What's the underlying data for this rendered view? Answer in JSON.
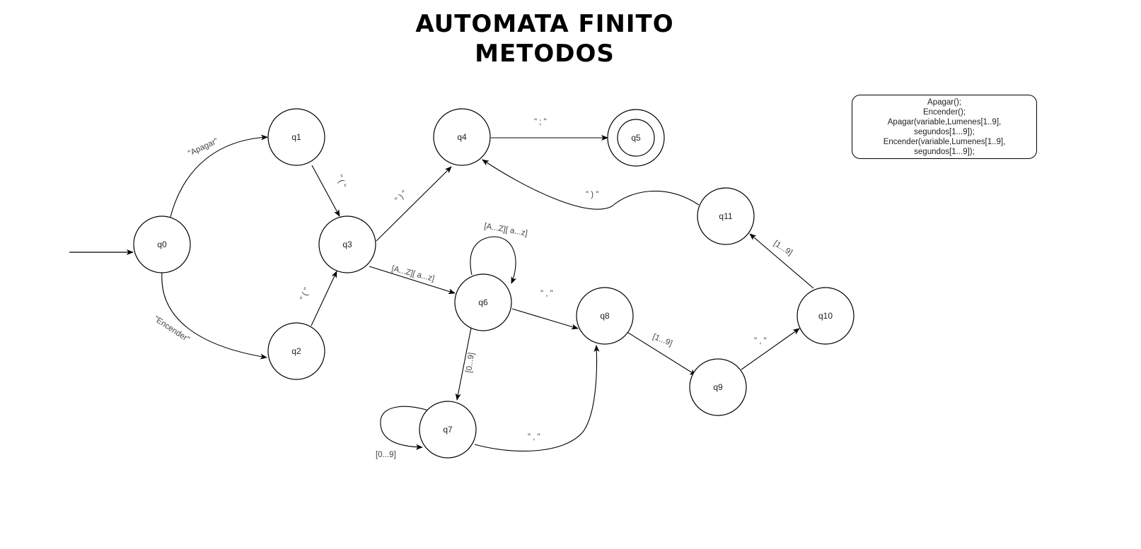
{
  "title": {
    "line1": "AUTOMATA FINITO",
    "line2": "METODOS"
  },
  "legend": {
    "lines": [
      "Apagar();",
      "Encender();",
      "Apagar(variable,Lumenes[1..9],",
      "segundos[1...9]);",
      "Encender(variable,Lumenes[1..9],",
      "segundos[1...9]);"
    ]
  },
  "diagram": {
    "initial_state": "q0",
    "accepting_states": [
      "q5"
    ],
    "states": [
      {
        "id": "q0",
        "label": "q0"
      },
      {
        "id": "q1",
        "label": "q1"
      },
      {
        "id": "q2",
        "label": "q2"
      },
      {
        "id": "q3",
        "label": "q3"
      },
      {
        "id": "q4",
        "label": "q4"
      },
      {
        "id": "q5",
        "label": "q5"
      },
      {
        "id": "q6",
        "label": "q6"
      },
      {
        "id": "q7",
        "label": "q7"
      },
      {
        "id": "q8",
        "label": "q8"
      },
      {
        "id": "q9",
        "label": "q9"
      },
      {
        "id": "q10",
        "label": "q10"
      },
      {
        "id": "q11",
        "label": "q11"
      }
    ],
    "transitions": [
      {
        "from": "q0",
        "to": "q1",
        "label": "\"Apagar\""
      },
      {
        "from": "q0",
        "to": "q2",
        "label": "\"Encender\""
      },
      {
        "from": "q1",
        "to": "q3",
        "label": "\" ( \""
      },
      {
        "from": "q2",
        "to": "q3",
        "label": "\" ( \""
      },
      {
        "from": "q3",
        "to": "q4",
        "label": "\" ) \""
      },
      {
        "from": "q4",
        "to": "q5",
        "label": "\" ; \""
      },
      {
        "from": "q3",
        "to": "q6",
        "label": "[A...Z][ a...z]"
      },
      {
        "from": "q6",
        "to": "q6",
        "label": "[A...Z][ a...z]"
      },
      {
        "from": "q6",
        "to": "q8",
        "label": "\" , \""
      },
      {
        "from": "q6",
        "to": "q7",
        "label": "[0...9]"
      },
      {
        "from": "q7",
        "to": "q7",
        "label": "[0...9]"
      },
      {
        "from": "q7",
        "to": "q8",
        "label": "\" , \""
      },
      {
        "from": "q8",
        "to": "q9",
        "label": "[1...9]"
      },
      {
        "from": "q9",
        "to": "q10",
        "label": "\" , \""
      },
      {
        "from": "q10",
        "to": "q11",
        "label": "[1...9]"
      },
      {
        "from": "q11",
        "to": "q4",
        "label": "\" ) \""
      }
    ]
  }
}
